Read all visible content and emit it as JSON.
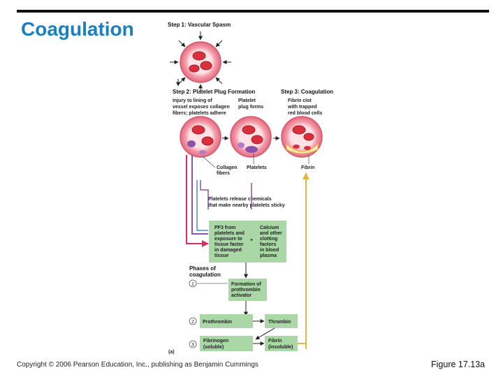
{
  "slide": {
    "title": "Coagulation",
    "copyright": "Copyright © 2006 Pearson Education, Inc., publishing as Benjamin Cummings",
    "figure_label": "Figure 17.13a"
  },
  "diagram": {
    "step1": "Step 1: Vascular Spasm",
    "step2": "Step 2: Platelet Plug Formation",
    "step3": "Step 3: Coagulation",
    "injury": [
      "Injury to lining of",
      "vessel exposes collagen",
      "fibers; platelets adhere"
    ],
    "plug": [
      "Platelet",
      "plug forms"
    ],
    "clot": [
      "Fibrin clot",
      "with trapped",
      "red blood cells"
    ],
    "collagen": [
      "Collagen",
      "fibers"
    ],
    "platelets": "Platelets",
    "fibrin": "Fibrin",
    "release": [
      "Platelets release chemicals",
      "that make nearby platelets sticky"
    ],
    "pf3_box": [
      "PF3 from",
      "platelets and",
      "exposure to",
      "tissue factor",
      "in damaged",
      "tissue"
    ],
    "plus": "+",
    "calcium_box": [
      "Calcium",
      "and other",
      "clotting",
      "factors",
      "in blood",
      "plasma"
    ],
    "phases": [
      "Phases of",
      "coagulation"
    ],
    "phase1": "1",
    "phase2": "2",
    "phase3": "3",
    "activator_box": [
      "Formation of",
      "prothrombin",
      "activator"
    ],
    "prothrombin": "Prothrombin",
    "thrombin": "Thrombin",
    "fibrinogen": [
      "Fibrinogen",
      "(soluble)"
    ],
    "fibrin_insoluble": [
      "Fibrin",
      "(insoluble)"
    ],
    "panel": "(a)"
  },
  "colors": {
    "title": "#1a7fc1",
    "box_fill": "#a9d7a6",
    "arrow_red": "#d6305a",
    "arrow_purple": "#8a52a8",
    "arrow_yellow": "#e2b845",
    "arrow_blue": "#4a87c7",
    "vessel": "#e9788a",
    "rbc": "#d8303c"
  }
}
